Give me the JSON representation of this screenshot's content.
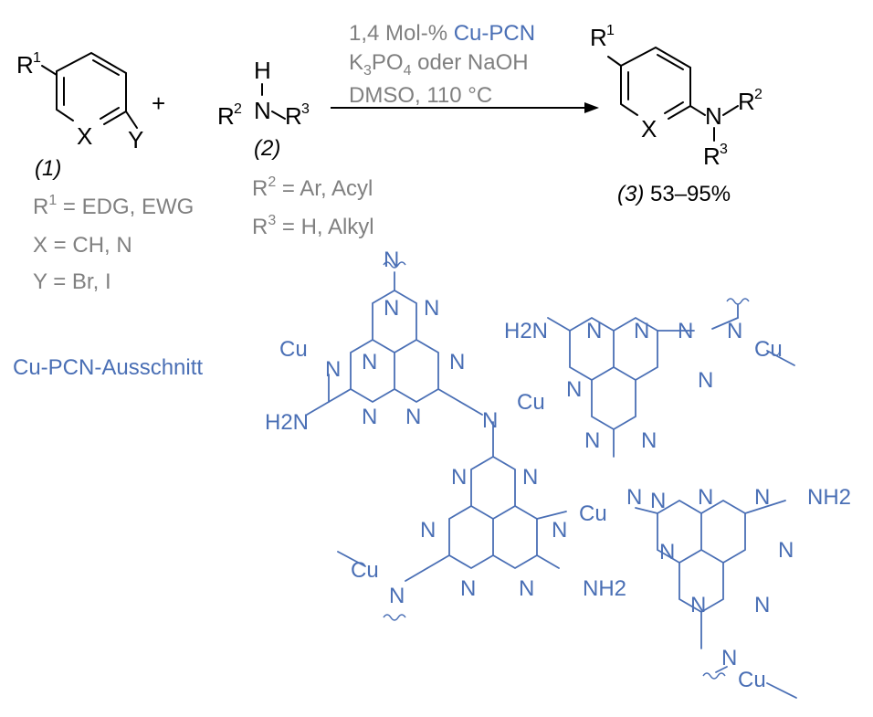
{
  "reaction": {
    "conditions": {
      "catalyst_prefix": "1,4 Mol-% ",
      "catalyst_name": "Cu-PCN",
      "base_line": "K3PO4 oder NaOH",
      "solvent_temp": "DMSO, 110 °C"
    },
    "reactant1": {
      "label": "(1)",
      "R1": "R1 = EDG, EWG",
      "X": "X = CH, N",
      "Y": "Y = Br, I"
    },
    "reactant2": {
      "label": "(2)",
      "R2": "R2 = Ar, Acyl",
      "R3": "R3 = H, Alkyl"
    },
    "plus": "+",
    "product": {
      "label": "(3)",
      "yield": "53–95%"
    }
  },
  "excerpt": {
    "title": "Cu-PCN-Ausschnitt",
    "atoms": {
      "N": "N",
      "Cu": "Cu",
      "H2N": "H2N",
      "NH2": "NH2"
    }
  },
  "colors": {
    "black": "#000000",
    "gray": "#808080",
    "blue": "#4a6fb5"
  }
}
